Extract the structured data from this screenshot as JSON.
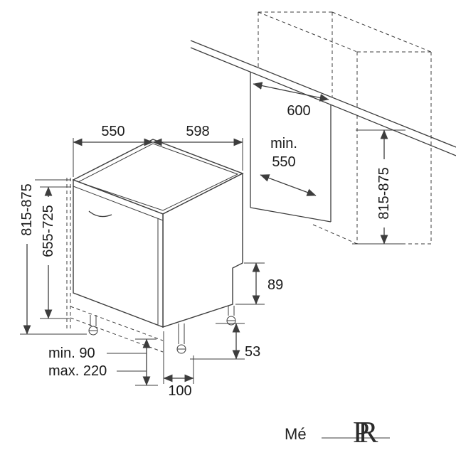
{
  "diagram": {
    "title": "built-in-dishwasher-installation-drawing",
    "dims": {
      "depth_top": "550",
      "width_top": "598",
      "niche_width": "600",
      "niche_min_label": "min.",
      "niche_min_value": "550",
      "height_outer": "815-875",
      "height_panel": "655-725",
      "height_niche": "815-875",
      "base_rear": "89",
      "foot": "53",
      "plinth_depth": "100",
      "plinth_min": "min. 90",
      "plinth_max": "max. 220"
    },
    "colors": {
      "line": "#3d3d3d",
      "text": "#1a1a1a",
      "background": "#ffffff"
    }
  },
  "footer": {
    "caption": "Mé",
    "logo": "PR"
  }
}
